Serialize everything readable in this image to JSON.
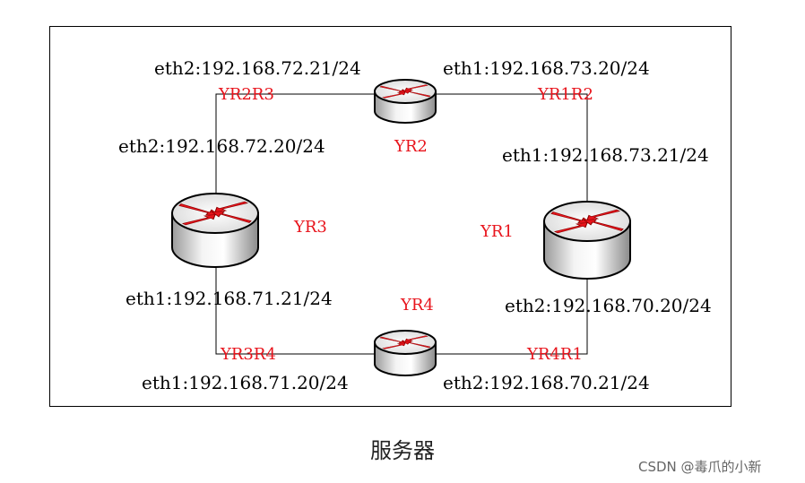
{
  "routers": {
    "yr1": {
      "name": "YR1",
      "eth1": "eth1:192.168.73.21/24",
      "eth2": "eth2:192.168.70.20/24"
    },
    "yr2": {
      "name": "YR2",
      "eth1": "eth1:192.168.73.20/24",
      "eth2": "eth2:192.168.72.21/24"
    },
    "yr3": {
      "name": "YR3",
      "eth1": "eth1:192.168.71.21/24",
      "eth2": "eth2:192.168.72.20/24"
    },
    "yr4": {
      "name": "YR4",
      "eth1": "eth1:192.168.71.20/24",
      "eth2": "eth2:192.168.70.21/24"
    }
  },
  "links": {
    "yr2r3": "YR2R3",
    "yr1r2": "YR1R2",
    "yr3r4": "YR3R4",
    "yr4r1": "YR4R1"
  },
  "caption": "服务器",
  "watermark": "CSDN @毒爪的小新",
  "colors": {
    "label_red": "#e8141c",
    "arrow_red": "#e8141c",
    "line": "#000000"
  },
  "icons": {
    "router": "router-icon"
  }
}
